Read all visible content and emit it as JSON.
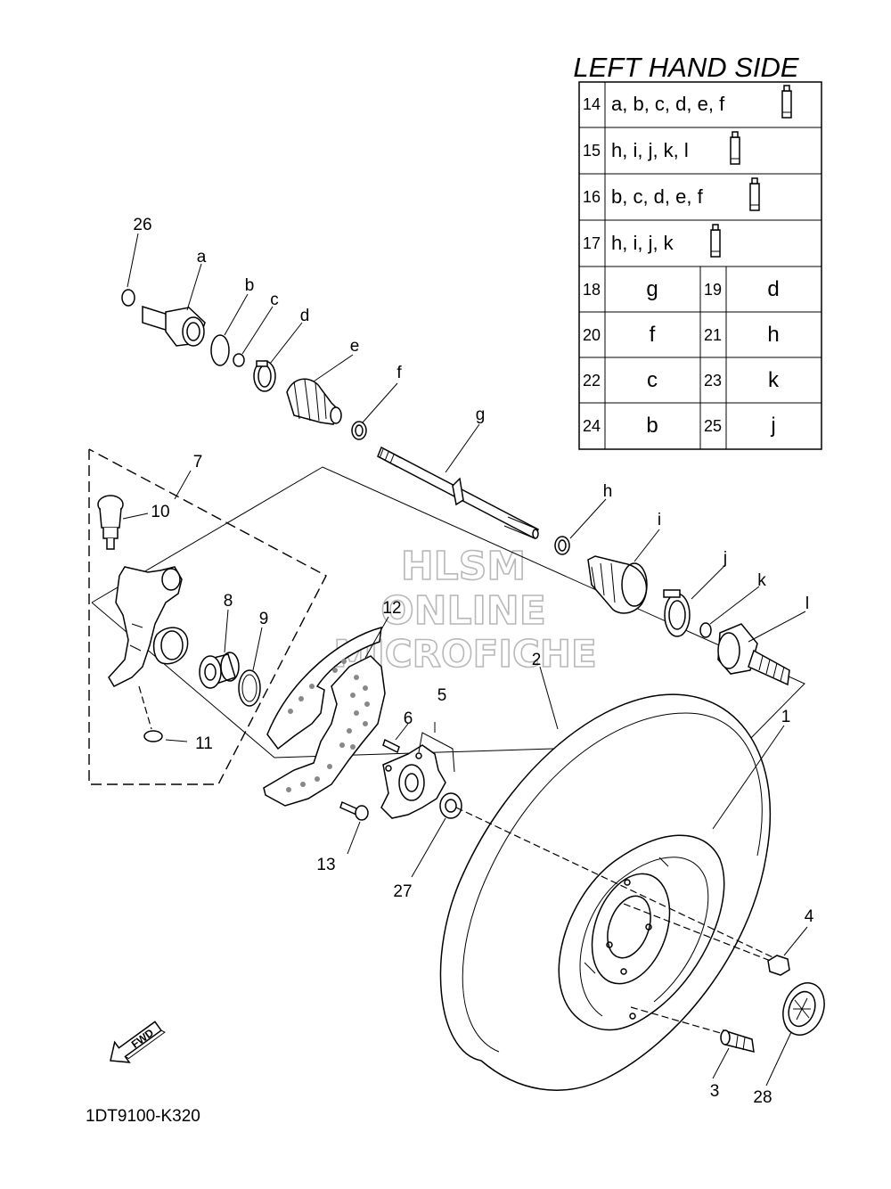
{
  "title": "LEFT HAND SIDE",
  "drawing_code": "1DT9100-K320",
  "fwd_label": "FWD",
  "watermark": [
    "HLSM",
    "ONLINE",
    "MICROFICHE"
  ],
  "lubrication_rows": [
    {
      "no": "14",
      "parts": "a, b, c, d, e, f"
    },
    {
      "no": "15",
      "parts": "h, i, j, k, l"
    },
    {
      "no": "16",
      "parts": "b, c, d, e, f"
    },
    {
      "no": "17",
      "parts": "h, i, j, k"
    }
  ],
  "pair_rows": [
    [
      {
        "no": "18",
        "part": "g"
      },
      {
        "no": "19",
        "part": "d"
      }
    ],
    [
      {
        "no": "20",
        "part": "f"
      },
      {
        "no": "21",
        "part": "h"
      }
    ],
    [
      {
        "no": "22",
        "part": "c"
      },
      {
        "no": "23",
        "part": "k"
      }
    ],
    [
      {
        "no": "24",
        "part": "b"
      },
      {
        "no": "25",
        "part": "j"
      }
    ]
  ],
  "callouts": {
    "c26": "26",
    "ca": "a",
    "cb": "b",
    "cc": "c",
    "cd": "d",
    "ce": "e",
    "cf": "f",
    "cg": "g",
    "ch": "h",
    "ci": "i",
    "cj": "j",
    "ck": "k",
    "cl": "l",
    "c7": "7",
    "c10": "10",
    "c8": "8",
    "c9": "9",
    "c11": "11",
    "c12": "12",
    "c2": "2",
    "c1": "1",
    "c5": "5",
    "c6": "6",
    "c13": "13",
    "c27": "27",
    "c4": "4",
    "c3": "3",
    "c28": "28"
  }
}
